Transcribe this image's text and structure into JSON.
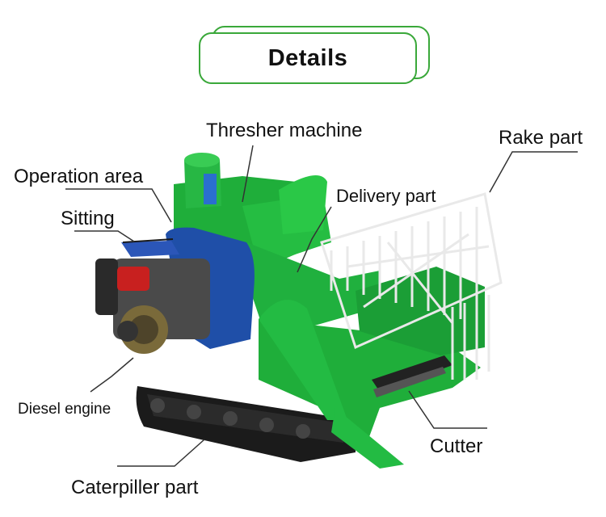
{
  "title": "Details",
  "labels": {
    "thresher": "Thresher machine",
    "rake": "Rake part",
    "operation": "Operation area",
    "delivery": "Delivery part",
    "sitting": "Sitting",
    "diesel": "Diesel engine",
    "cutter": "Cutter",
    "caterpiller": "Caterpiller part"
  },
  "colors": {
    "accent_green": "#3aa83a",
    "machine_green": "#1fae3a",
    "engine_blue": "#1f4fa8",
    "leader_line": "#333333"
  }
}
